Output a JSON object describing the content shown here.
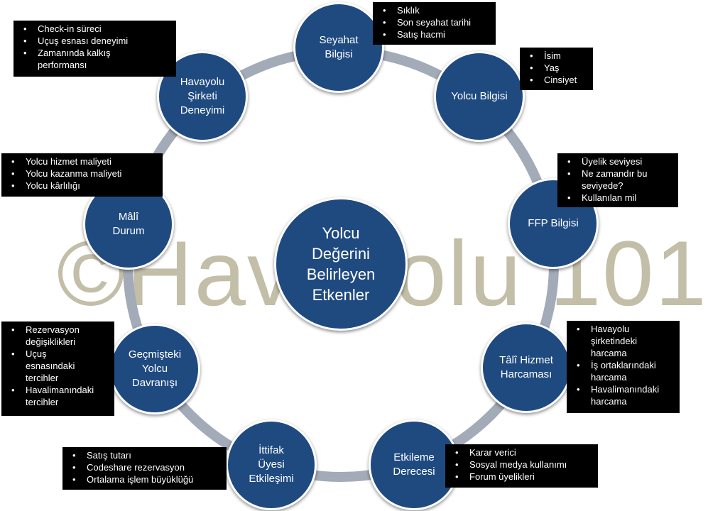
{
  "watermark": "©Havayolu 101",
  "center": {
    "label": "Yolcu\nDeğerini\nBelirleyen\nEtkenler"
  },
  "nodes": [
    {
      "id": "seyahat",
      "label": "Seyahat\nBilgisi"
    },
    {
      "id": "yolcu",
      "label": "Yolcu Bilgisi"
    },
    {
      "id": "ffp",
      "label": "FFP Bilgisi"
    },
    {
      "id": "tali",
      "label": "Tâlî Hizmet\nHarcaması"
    },
    {
      "id": "etkileme",
      "label": "Etkileme\nDerecesi"
    },
    {
      "id": "ittifak",
      "label": "İttifak\nÜyesi\nEtkileşimi"
    },
    {
      "id": "gecmis",
      "label": "Geçmişteki\nYolcu\nDavranışı"
    },
    {
      "id": "mali",
      "label": "Mâlî\nDurum"
    },
    {
      "id": "havayolu",
      "label": "Havayolu\nŞirketi\nDeneyimi"
    }
  ],
  "boxes": [
    {
      "id": "seyahat",
      "items": [
        "Sıklık",
        "Son seyahat tarihi",
        "Satış hacmi"
      ]
    },
    {
      "id": "yolcu",
      "items": [
        "İsim",
        "Yaş",
        "Cinsiyet"
      ]
    },
    {
      "id": "ffp",
      "items": [
        "Üyelik  seviyesi",
        "Ne zamandır bu\nseviyede?",
        "Kullanılan  mil"
      ]
    },
    {
      "id": "tali",
      "items": [
        "Havayolu\nşirketindeki\nharcama",
        "İş ortaklarındaki\nharcama",
        "Havalimanındaki\nharcama"
      ]
    },
    {
      "id": "etkileme",
      "items": [
        "Karar verici",
        "Sosyal medya kullanımı",
        "Forum üyelikleri"
      ]
    },
    {
      "id": "ittifak",
      "items": [
        "Satış tutarı",
        "Codeshare rezervasyon",
        "Ortalama işlem büyüklüğü"
      ]
    },
    {
      "id": "gecmis",
      "items": [
        "Rezervasyon\ndeğişiklikleri",
        "Uçuş\nesnasındaki\ntercihler",
        "Havalimanındaki\ntercihler"
      ]
    },
    {
      "id": "mali",
      "items": [
        "Yolcu hizmet maliyeti",
        "Yolcu kazanma maliyeti",
        "Yolcu kârlılığı"
      ]
    },
    {
      "id": "havayolu",
      "items": [
        "Check-in süreci",
        "Uçuş esnası deneyimi",
        "Zamanında kalkış\nperformansı"
      ]
    }
  ]
}
